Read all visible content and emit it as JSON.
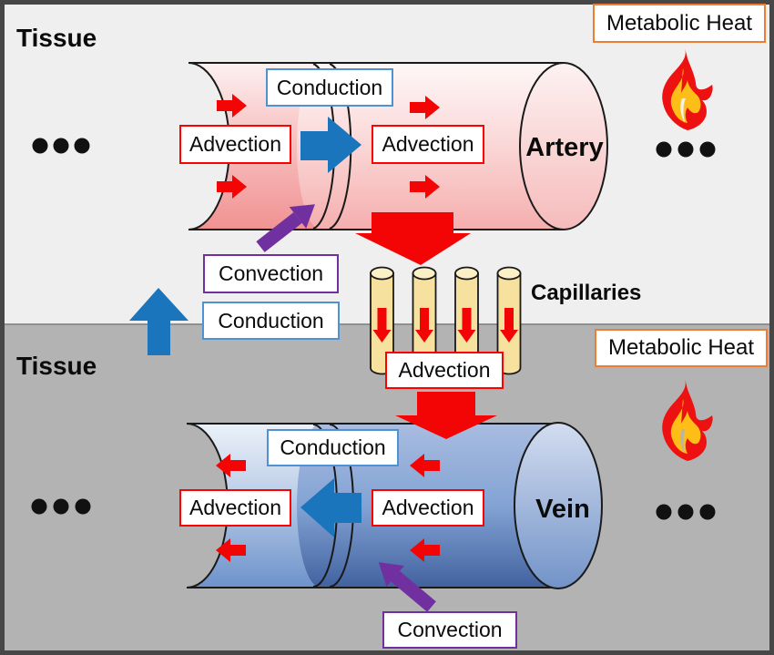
{
  "scene": {
    "tissue_top_label": "Tissue",
    "tissue_bottom_label": "Tissue",
    "artery_label": "Artery",
    "vein_label": "Vein",
    "capillaries_label": "Capillaries",
    "capillary_tube_count": 4
  },
  "artery": {
    "conduction": "Conduction",
    "advection_left": "Advection",
    "advection_right": "Advection"
  },
  "vein": {
    "conduction": "Conduction",
    "advection_left": "Advection",
    "advection_right": "Advection"
  },
  "capillaries": {
    "advection": "Advection"
  },
  "exchange": {
    "convection_top": "Convection",
    "conduction_mid": "Conduction",
    "convection_bottom": "Convection"
  },
  "metabolic": {
    "top": "Metabolic Heat",
    "bottom": "Metabolic Heat"
  },
  "colors": {
    "red": "#f30505",
    "blue": "#1b75bc",
    "purple": "#7030a0",
    "orange_border": "#ed7d31",
    "blue_border": "#4e92d2",
    "red_border": "#fe0000",
    "purple_border": "#7030a0",
    "tissue_light": "#f0efef",
    "tissue_dark": "#b4b3b3",
    "capillary_fill": "#f6e19e",
    "flame_red": "#ee1111",
    "flame_yellow": "#fdbe17"
  }
}
